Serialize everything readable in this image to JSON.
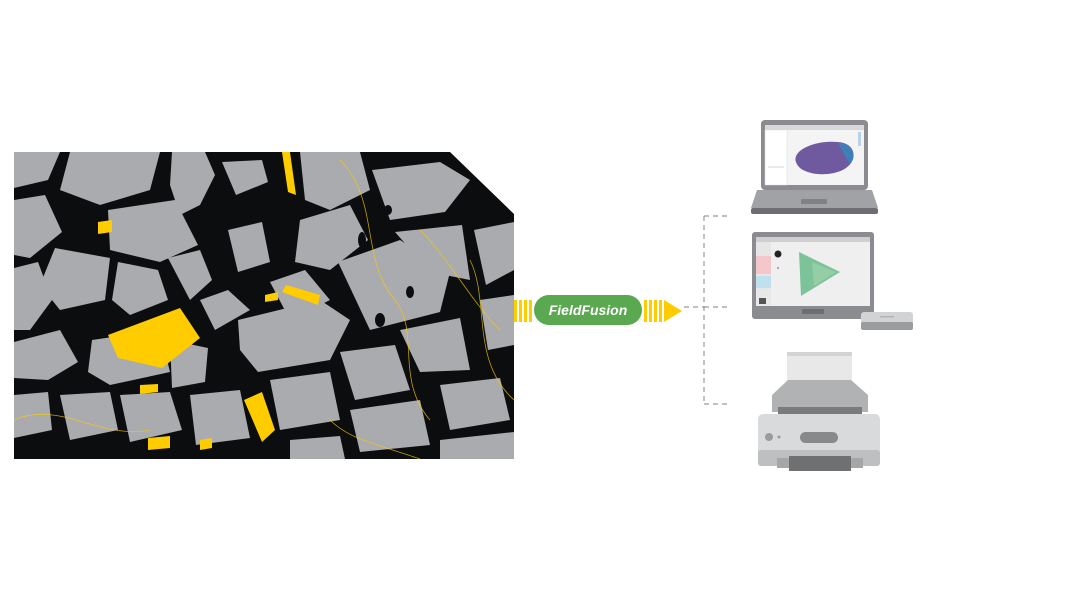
{
  "pipeline": {
    "badge_label": "FieldFusion",
    "badge_color": "#5aa84f",
    "connector_color": "#ffcc00"
  },
  "source": {
    "icon": "street-map-icon",
    "colors": {
      "background": "#0b0d0e",
      "blocks": "#a9abae",
      "highlight": "#ffcc00"
    }
  },
  "outputs": [
    {
      "icon": "laptop-icon",
      "screen_content": "blob-visualization"
    },
    {
      "icon": "tablet-monitor-icon",
      "screen_content": "triangle-visualization",
      "brand_plate": ""
    },
    {
      "icon": "printer-icon"
    }
  ]
}
